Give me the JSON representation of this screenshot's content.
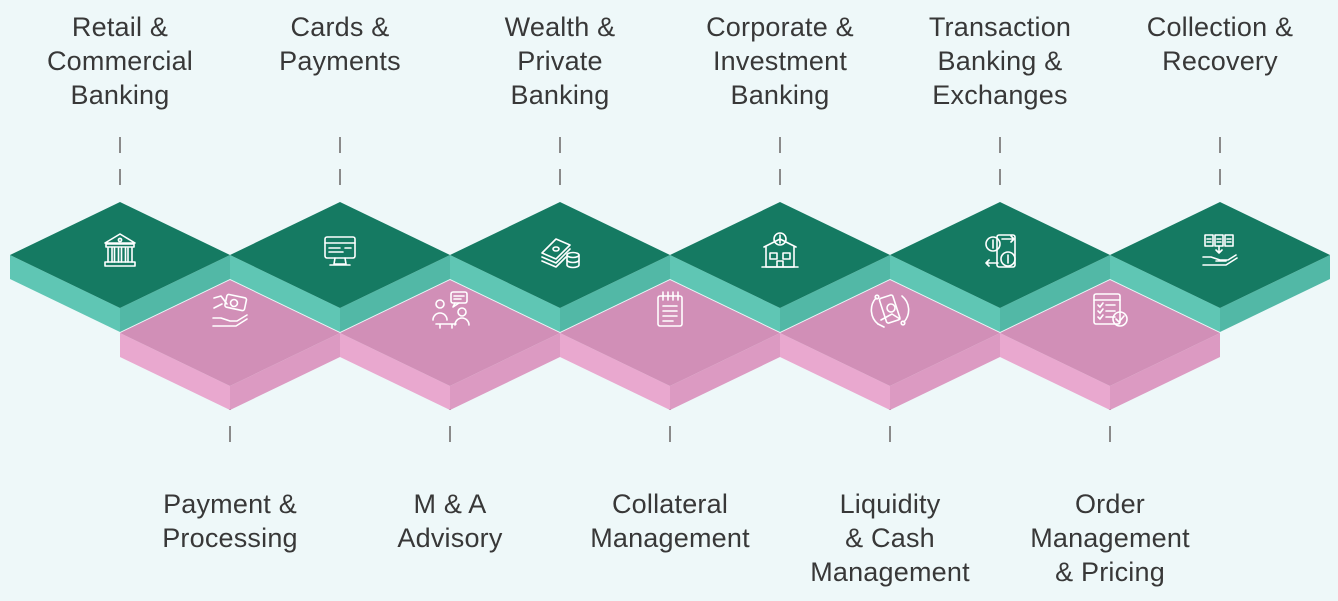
{
  "colors": {
    "background": "#eef8f9",
    "green_top": "#157a62",
    "green_side": "#5fc6b4",
    "pink_top": "#d18fb7",
    "pink_side": "#e9a8cf",
    "label_text": "#383838"
  },
  "top_row": [
    {
      "lines": [
        "Retail &",
        "Commercial",
        "Banking"
      ],
      "icon": "bank-icon"
    },
    {
      "lines": [
        "Cards &",
        "Payments"
      ],
      "icon": "credit-card-terminal-icon"
    },
    {
      "lines": [
        "Wealth &",
        "Private",
        "Banking"
      ],
      "icon": "money-stack-coins-icon"
    },
    {
      "lines": [
        "Corporate &",
        "Investment",
        "Banking"
      ],
      "icon": "bank-building-icon"
    },
    {
      "lines": [
        "Transaction",
        "Banking &",
        "Exchanges"
      ],
      "icon": "currency-exchange-icon"
    },
    {
      "lines": [
        "Collection &",
        "Recovery"
      ],
      "icon": "hand-receiving-documents-icon"
    }
  ],
  "bottom_row": [
    {
      "lines": [
        "Payment &",
        "Processing"
      ],
      "icon": "hand-payment-icon"
    },
    {
      "lines": [
        "M & A",
        "Advisory"
      ],
      "icon": "meeting-discussion-icon"
    },
    {
      "lines": [
        "Collateral",
        "Management"
      ],
      "icon": "notepad-icon"
    },
    {
      "lines": [
        "Liquidity",
        "& Cash",
        "Management"
      ],
      "icon": "mobile-cash-cycle-icon"
    },
    {
      "lines": [
        "Order",
        "Management",
        "& Pricing"
      ],
      "icon": "checklist-approved-icon"
    }
  ]
}
